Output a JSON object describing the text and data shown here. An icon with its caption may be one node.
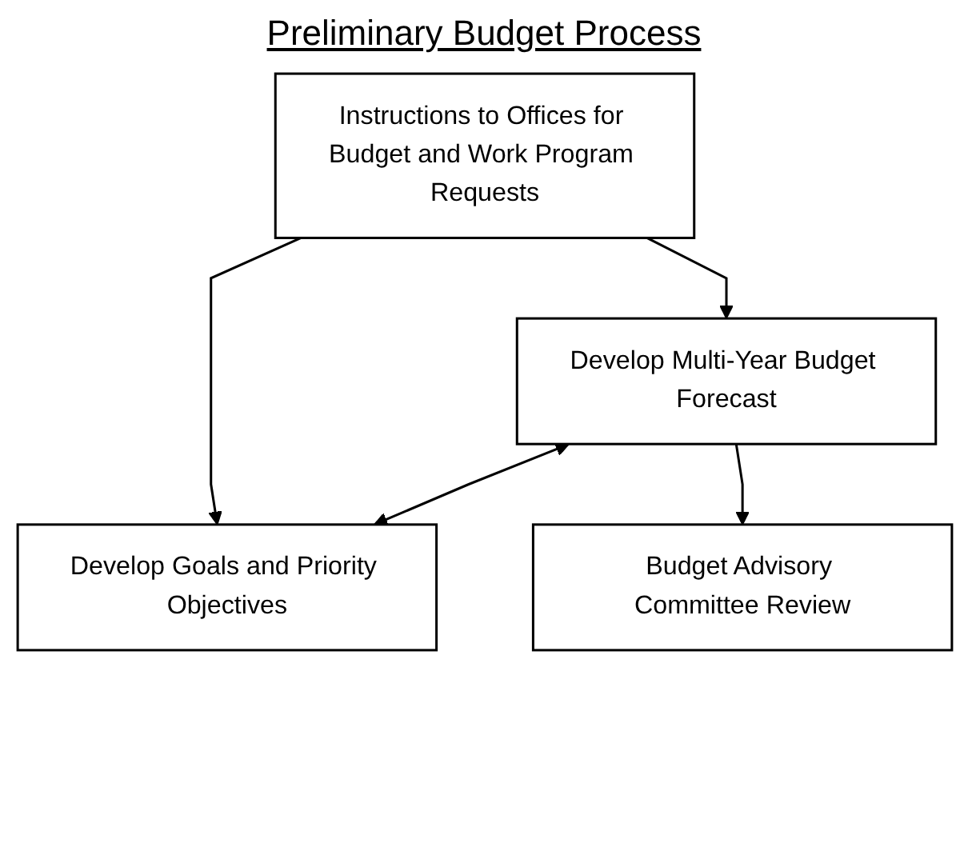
{
  "diagram": {
    "title": "Preliminary Budget Process",
    "nodes": [
      {
        "text": [
          "Instructions to Offices for Budget and Work Program Requests"
        ]
      },
      {
        "text": [
          "Develop Multi-Year Budget Forecast"
        ]
      },
      {
        "text": [
          "Develop Goals and Priority Objectives"
        ]
      },
      {
        "text": [
          "Budget Advisory Committee Review"
        ]
      }
    ],
    "edges": [
      {
        "from": 0,
        "to": 1,
        "arrow": "to"
      },
      {
        "from": 0,
        "to": 2,
        "arrow": "to"
      },
      {
        "from": 1,
        "to": 2,
        "arrow": "both"
      },
      {
        "from": 1,
        "to": 3,
        "arrow": "to"
      }
    ]
  }
}
